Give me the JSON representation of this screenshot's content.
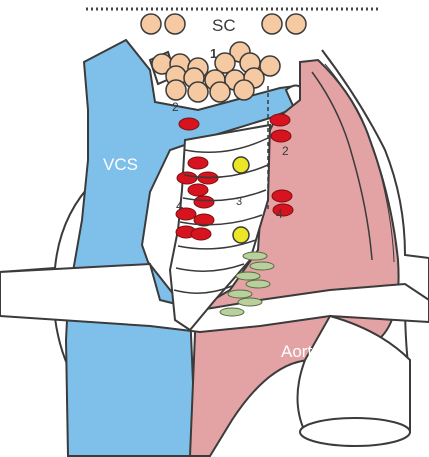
{
  "labels": {
    "sc": "SC",
    "vcs": "VCS",
    "aorta": "Aorta",
    "station_1": "1",
    "station_2_left": "2",
    "station_2_right": "2",
    "station_3": "3",
    "station_4_left": "4",
    "station_4_right": "4"
  },
  "colors": {
    "vein": "#7fc0ea",
    "aorta": "#e3a3a5",
    "sc_node": "#f5c9a2",
    "mediastinal_node": "#d6131f",
    "yellow_node": "#ece626",
    "green_node": "#b9cf9e",
    "outline": "#3b3b3b"
  },
  "icons": {
    "sc_nodes": "supraclavicular-lymph-node-icon",
    "red_nodes": "mediastinal-lymph-node-icon",
    "yellow_nodes": "yellow-lymph-node-icon",
    "green_nodes": "paratracheal-node-icon"
  }
}
